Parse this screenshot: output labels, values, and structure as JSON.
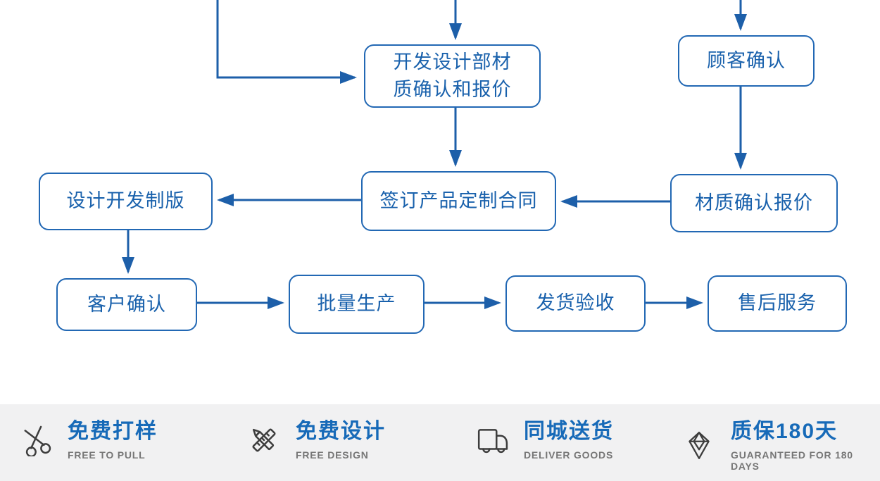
{
  "flowchart": {
    "nodes": {
      "dev": {
        "label": "开发设计部材\n质确认和报价"
      },
      "customer": {
        "label": "顾客确认"
      },
      "contract": {
        "label": "签订产品定制合同"
      },
      "material": {
        "label": "材质确认报价"
      },
      "design_plate": {
        "label": "设计开发制版"
      },
      "client_confirm": {
        "label": "客户确认"
      },
      "mass_production": {
        "label": "批量生产"
      },
      "shipping": {
        "label": "发货验收"
      },
      "after_sales": {
        "label": "售后服务"
      }
    },
    "colors": {
      "line": "#1d5fa9",
      "box_border": "#2268b4",
      "box_text": "#1961ac"
    }
  },
  "footer": {
    "background": "#f1f1f2",
    "title_color": "#176ab8",
    "subtitle_color": "#767676",
    "items": [
      {
        "icon": "scissors-icon",
        "title": "免费打样",
        "subtitle": "FREE TO PULL"
      },
      {
        "icon": "pencil-ruler-icon",
        "title": "免费设计",
        "subtitle": "FREE DESIGN"
      },
      {
        "icon": "truck-icon",
        "title": "同城送货",
        "subtitle": "DELIVER GOODS"
      },
      {
        "icon": "diamond-icon",
        "title": "质保180天",
        "subtitle": "GUARANTEED FOR 180 DAYS"
      }
    ]
  }
}
